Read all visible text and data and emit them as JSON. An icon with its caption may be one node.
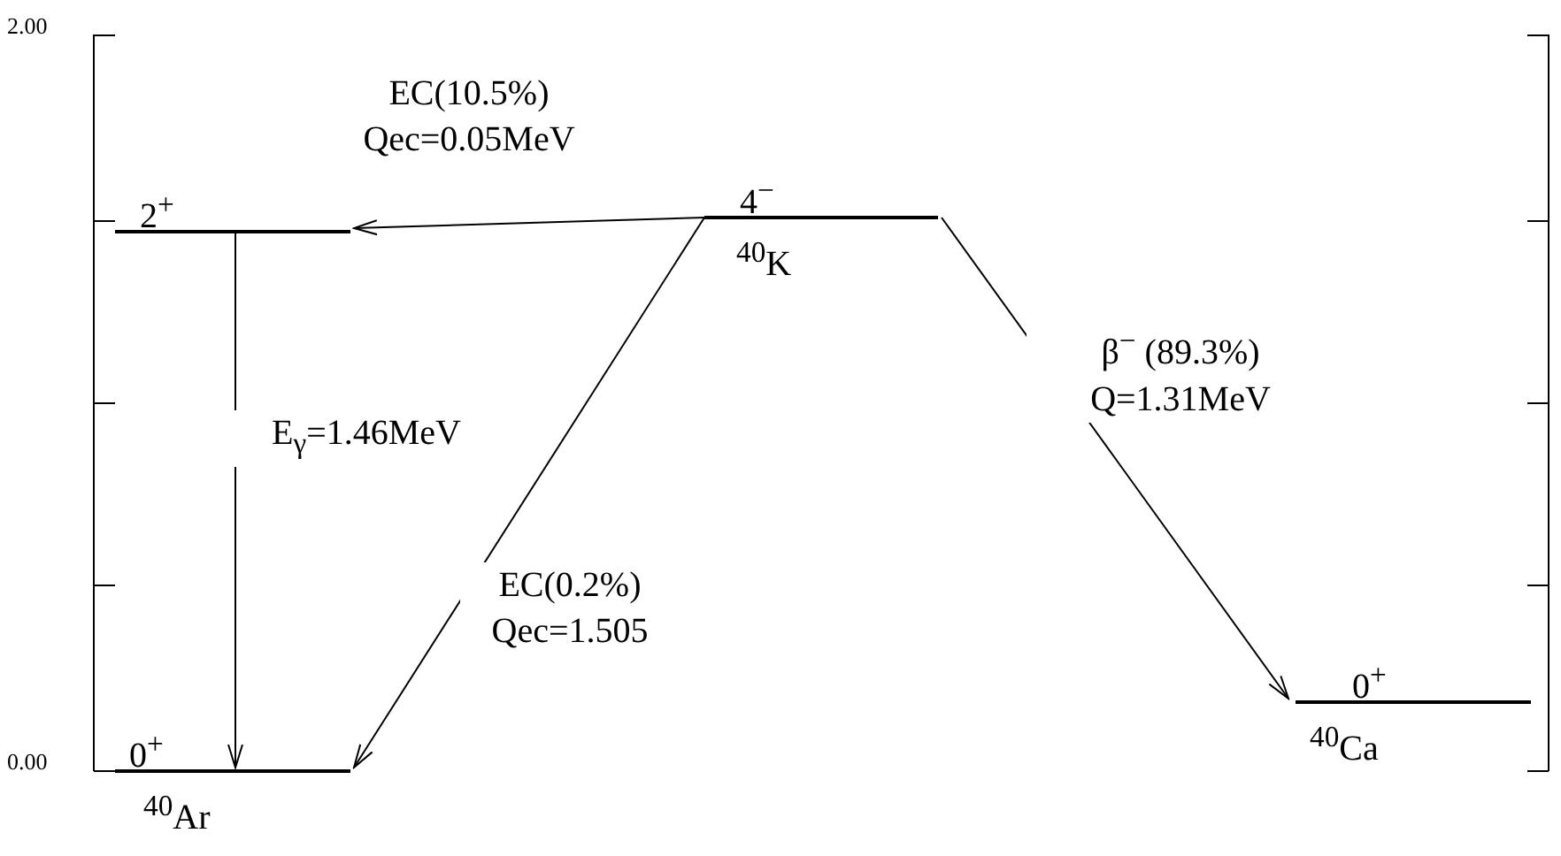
{
  "diagram": {
    "nodes": [
      {
        "text": [
          "4$^{−}$",
          "$^{40}$K"
        ]
      },
      {
        "text": [
          "2$^{+}$"
        ]
      },
      {
        "text": [
          "0$^{+}$",
          "$^{40}$Ar"
        ]
      },
      {
        "text": [
          "0$^{+}$",
          "$^{40}$Ca"
        ]
      }
    ],
    "edges": [
      {
        "from": 0,
        "to": 1,
        "arrow": "to",
        "label": "EC(10.5%) Qec=0.05MeV"
      },
      {
        "from": 0,
        "to": 2,
        "arrow": "to",
        "label": "EC(0.2%) Qec=1.505"
      },
      {
        "from": 1,
        "to": 2,
        "arrow": "to",
        "label": "E$_{γ}$=1.46MeV"
      },
      {
        "from": 0,
        "to": 3,
        "arrow": "to",
        "label": "β$^{−}$ (89.3%) Q=1.31MeV"
      }
    ],
    "labels": [
      "2.00",
      "0.00"
    ]
  }
}
